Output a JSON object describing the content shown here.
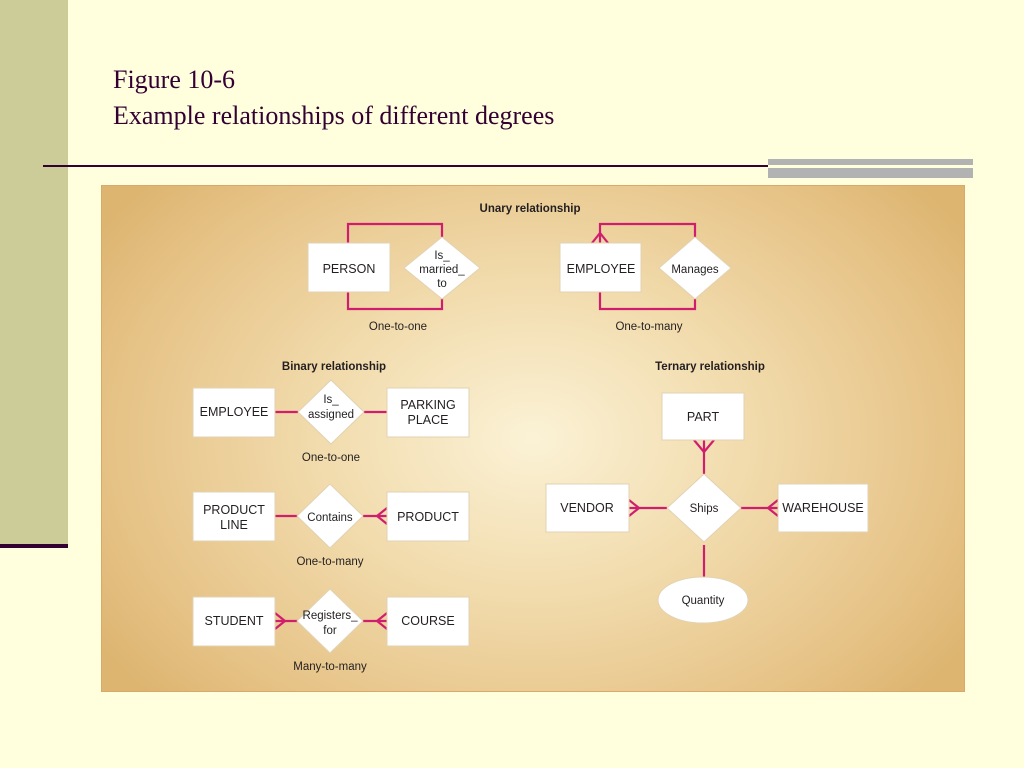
{
  "slide": {
    "title_line1": "Figure 10-6",
    "title_line2": "Example relationships of different degrees"
  },
  "colors": {
    "background": "#ffffdd",
    "accent_bar": "#cccc99",
    "rule": "#330033",
    "relationship_line": "#d01e6e"
  },
  "diagram": {
    "unary_heading": "Unary relationship",
    "binary_heading": "Binary relationship",
    "ternary_heading": "Ternary relationship",
    "unary": {
      "one_to_one": {
        "entity": "PERSON",
        "relationship": [
          "Is_",
          "married_",
          "to"
        ],
        "caption": "One-to-one"
      },
      "one_to_many": {
        "entity": "EMPLOYEE",
        "relationship": [
          "Manages"
        ],
        "caption": "One-to-many"
      }
    },
    "binary": {
      "one_to_one": {
        "left": [
          "EMPLOYEE"
        ],
        "relationship": [
          "Is_",
          "assigned"
        ],
        "right": [
          "PARKING",
          "PLACE"
        ],
        "caption": "One-to-one"
      },
      "one_to_many": {
        "left": [
          "PRODUCT",
          "LINE"
        ],
        "relationship": [
          "Contains"
        ],
        "right": [
          "PRODUCT"
        ],
        "caption": "One-to-many"
      },
      "many_to_many": {
        "left": [
          "STUDENT"
        ],
        "relationship": [
          "Registers_",
          "for"
        ],
        "right": [
          "COURSE"
        ],
        "caption": "Many-to-many"
      }
    },
    "ternary": {
      "top": "PART",
      "left": "VENDOR",
      "right": "WAREHOUSE",
      "relationship": "Ships",
      "attribute": "Quantity"
    }
  }
}
